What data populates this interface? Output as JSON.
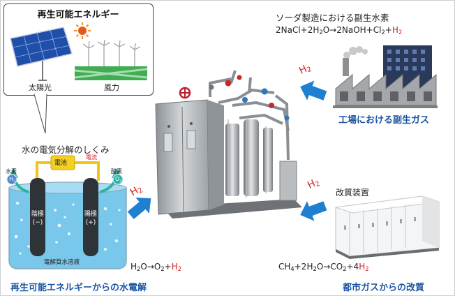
{
  "renewable": {
    "title": "再生可能エネルギー",
    "solar_label": "太陽光",
    "wind_label": "風力"
  },
  "electrolysis": {
    "title": "水の電気分解のしくみ",
    "battery_label": "電池",
    "current_label": "電流",
    "hydrogen_label": "水素",
    "oxygen_label": "酸素",
    "h2_bubble": "H",
    "h2_sub": "2",
    "o2_bubble": "O",
    "o2_sub": "2",
    "cathode_label": "陰極",
    "cathode_sign": "(−)",
    "anode_label": "陽極",
    "anode_sign": "(+)",
    "solution_label": "電解質水溶液"
  },
  "soda": {
    "title": "ソーダ製造における副生水素",
    "eq_a": "2NaCl+2H",
    "eq_a_sub": "2",
    "eq_b": "O→2NaOH+Cl",
    "eq_b_sub": "2",
    "eq_plus": "+",
    "eq_h2": "H",
    "eq_h2_sub": "2"
  },
  "factory": {
    "caption": "工場における副生ガス"
  },
  "reformer": {
    "title": "改質装置",
    "caption": "都市ガスからの改質",
    "eq_a": "CH",
    "eq_a_sub": "4",
    "eq_b": "+2H",
    "eq_b_sub": "2",
    "eq_c": "O→CO",
    "eq_c_sub": "2",
    "eq_plus": "+4",
    "eq_h2": "H",
    "eq_h2_sub": "2"
  },
  "water": {
    "eq_a": "H",
    "eq_a_sub": "2",
    "eq_b": "O→O",
    "eq_b_sub": "2",
    "eq_plus": "+",
    "eq_h2": "H",
    "eq_h2_sub": "2",
    "caption": "再生可能エネルギーからの水電解"
  },
  "arrows": {
    "h2_label": "H",
    "h2_label_sub": "2"
  },
  "colors": {
    "accent_blue": "#1b55a5",
    "arrow_blue": "#1f7fd0",
    "hydrogen_red": "#d42020"
  }
}
